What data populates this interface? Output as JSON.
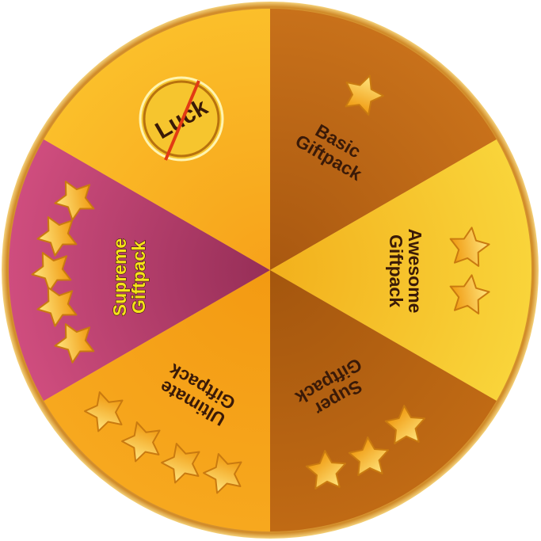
{
  "wheel": {
    "segments": [
      {
        "id": "basic",
        "line1": "Basic",
        "line2": "Giftpack",
        "stars": 1,
        "color": "#c8711a",
        "color2": "#a95810"
      },
      {
        "id": "awesome",
        "line1": "Awesome",
        "line2": "Giftpack",
        "stars": 2,
        "color": "#f9d43a",
        "color2": "#f2b01c"
      },
      {
        "id": "super",
        "line1": "Super",
        "line2": "Giftpack",
        "stars": 3,
        "color": "#c06a14",
        "color2": "#a4560e"
      },
      {
        "id": "ultimate",
        "line1": "Ultimate",
        "line2": "Giftpack",
        "stars": 4,
        "color": "#f7a81e",
        "color2": "#f39a12"
      },
      {
        "id": "supreme",
        "line1": "Supreme",
        "line2": "Giftpack",
        "stars": 5,
        "color": "#cf4d7e",
        "color2": "#962e57"
      },
      {
        "id": "luck",
        "label": "Luck",
        "color": "#fbbf2a",
        "color2": "#f7a21a"
      }
    ],
    "rim_color": "#e2a43c",
    "star_color": "#f6b51c"
  }
}
